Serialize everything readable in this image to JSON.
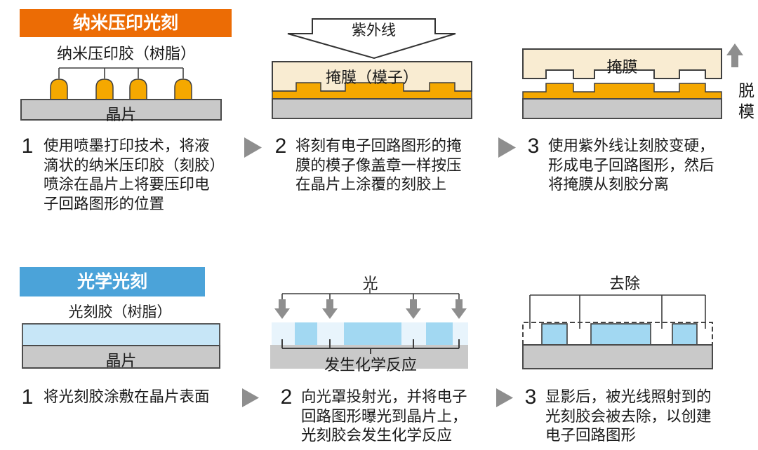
{
  "colors": {
    "orange": "#ec6c05",
    "gold": "#f5a800",
    "cream": "#f9ecd2",
    "wafer": "#c9c9c9",
    "blue": "#4ba3d9",
    "light_blue": "#c7e6f7",
    "pale_blue": "#e8f4fc",
    "mid_blue": "#a2d8f2",
    "arrow_gray": "#8e8e8e"
  },
  "nano": {
    "title": "纳米压印光刻",
    "resin_label": "纳米压印胶（树脂）",
    "wafer_label": "晶片",
    "uv_label": "紫外线",
    "mask_mold_label": "掩膜（模子）",
    "mask_label": "掩膜",
    "demold_label": "脱模",
    "steps": [
      {
        "num": "1",
        "text": "使用喷墨打印技术，将液\n滴状的纳米压印胶（刻胶）\n喷涂在晶片上将要压印电\n子回路图形的位置"
      },
      {
        "num": "2",
        "text": "将刻有电子回路图形的掩\n膜的模子像盖章一样按压\n在晶片上涂覆的刻胶上"
      },
      {
        "num": "3",
        "text": "使用紫外线让刻胶变硬，\n形成电子回路图形，然后\n将掩膜从刻胶分离"
      }
    ]
  },
  "photo": {
    "title": "光学光刻",
    "resist_label": "光刻胶（树脂）",
    "wafer_label": "晶片",
    "light_label": "光",
    "reaction_label": "发生化学反应",
    "removal_label": "去除",
    "steps": [
      {
        "num": "1",
        "text": "将光刻胶涂敷在晶片表面"
      },
      {
        "num": "2",
        "text": "向光罩投射光，并将电子\n回路图形曝光到晶片上，\n光刻胶会发生化学反应"
      },
      {
        "num": "3",
        "text": "显影后，被光线照射到的\n光刻胶会被去除，以创建\n电子回路图形"
      }
    ]
  }
}
